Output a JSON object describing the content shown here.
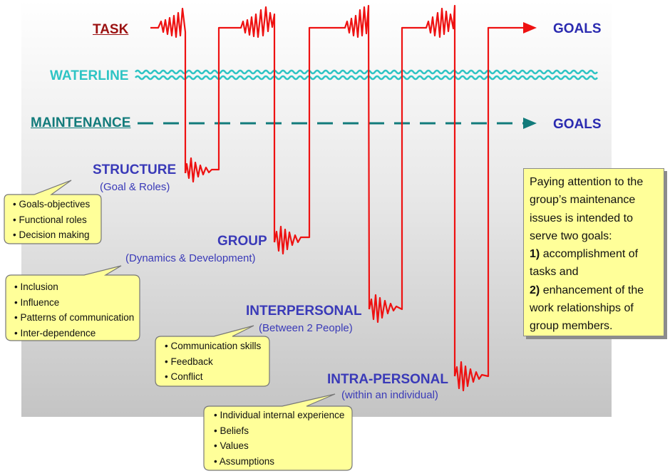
{
  "labels": {
    "task": "TASK",
    "waterline": "WATERLINE",
    "maintenance": "MAINTENANCE",
    "goals_task": "GOALS",
    "goals_maintenance": "GOALS"
  },
  "levels": [
    {
      "title": "STRUCTURE",
      "subtitle": "(Goal & Roles)"
    },
    {
      "title": "GROUP",
      "subtitle": "(Dynamics & Development)"
    },
    {
      "title": "INTERPERSONAL",
      "subtitle": "(Between 2 People)"
    },
    {
      "title": "INTRA-PERSONAL",
      "subtitle": "(within an individual)"
    }
  ],
  "bubbles": [
    {
      "items": [
        "Goals-objectives",
        "Functional roles",
        "Decision making"
      ]
    },
    {
      "items": [
        "Inclusion",
        "Influence",
        "Patterns of communication",
        "Inter-dependence"
      ]
    },
    {
      "items": [
        "Communication skills",
        "Feedback",
        "Conflict"
      ]
    },
    {
      "items": [
        "Individual internal experience",
        "Beliefs",
        "Values",
        "Assumptions"
      ]
    }
  ],
  "note": {
    "line1": "Paying attention to the",
    "line2": "group’s maintenance",
    "line3": "issues is intended to",
    "line4": "serve two goals:",
    "goal1_num": "1)",
    "goal1_a": "accomplishment of",
    "goal1_b": "tasks and",
    "goal2_num": "2)",
    "goal2_a": "enhancement of the",
    "goal2_b": "work relationships of",
    "goal2_c": "group members."
  },
  "colors": {
    "task_line": "#ee1111",
    "maintenance_line": "#127b7b",
    "waterline": "#2ec4c4",
    "bubble_fill": "#ffff99",
    "level_text": "#3a3ab8",
    "goals_text": "#2a2ab0"
  }
}
